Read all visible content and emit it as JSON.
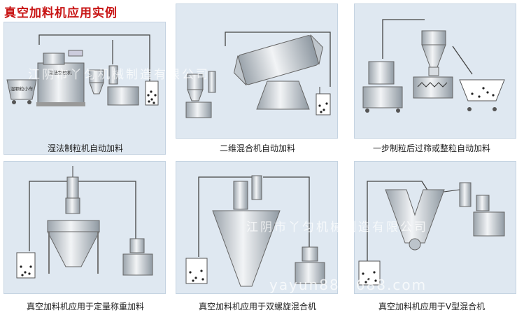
{
  "title": "真空加料机应用实例",
  "panels": [
    {
      "caption": "湿法制粒机自动加料",
      "machine_label": "湿法制粒机",
      "cart_label": "湿颗粒小车"
    },
    {
      "caption": "二维混合机自动加料"
    },
    {
      "caption": "一步制粒后过筛或整粒自动加料"
    },
    {
      "caption": "真空加料机应用于定量称重加料"
    },
    {
      "caption": "真空加料机应用于双螺旋混合机"
    },
    {
      "caption": "真空加料机应用于V型混合机"
    }
  ],
  "watermarks": {
    "company_top": "江阴市丫匀机械制造有限公司",
    "company_bottom": "江阴市丫匀机械制造有限公司",
    "site": "yayun88.1688.com"
  }
}
